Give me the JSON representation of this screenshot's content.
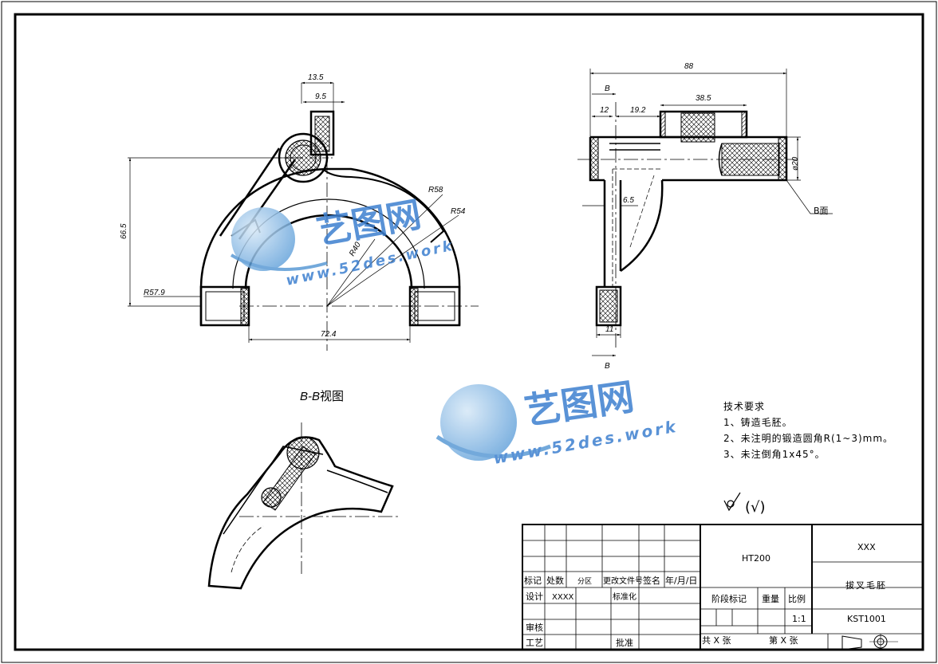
{
  "views": {
    "section_title_letters": "B-B",
    "section_title_text": "视图",
    "section_marker": "B",
    "surface_label": "B面",
    "roughness_text": "(√)"
  },
  "dimensions": {
    "front": [
      "13.5",
      "9.5",
      "66.5",
      "R58",
      "R54",
      "R40",
      "R57.9",
      "72.4"
    ],
    "side": [
      "88",
      "B",
      "12",
      "19.2",
      "38.5",
      "ø20",
      "6.5",
      "11",
      "B"
    ]
  },
  "watermark": {
    "brand": "艺图网",
    "url": "www.52des.work"
  },
  "tech_requirements": {
    "title": "技术要求",
    "items": [
      "1、铸造毛胚。",
      "2、未注明的锻造圆角R(1~3)mm。",
      "3、未注倒角1x45°。"
    ]
  },
  "title_block": {
    "headers": [
      "标记",
      "处数",
      "分区",
      "更改文件号",
      "签名",
      "年/月/日"
    ],
    "design_label": "设计",
    "designer": "XXXX",
    "standardize_label": "标准化",
    "check_label": "审核",
    "process_label": "工艺",
    "approve_label": "批准",
    "material": "HT200",
    "company": "XXX",
    "part_name": "拔叉毛胚",
    "stage_label": "阶段标记",
    "weight_label": "重量",
    "scale_label": "比例",
    "scale": "1:1",
    "drawing_number": "KST1001",
    "sheets_total": "共 X 张",
    "sheet_number": "第 X 张"
  }
}
